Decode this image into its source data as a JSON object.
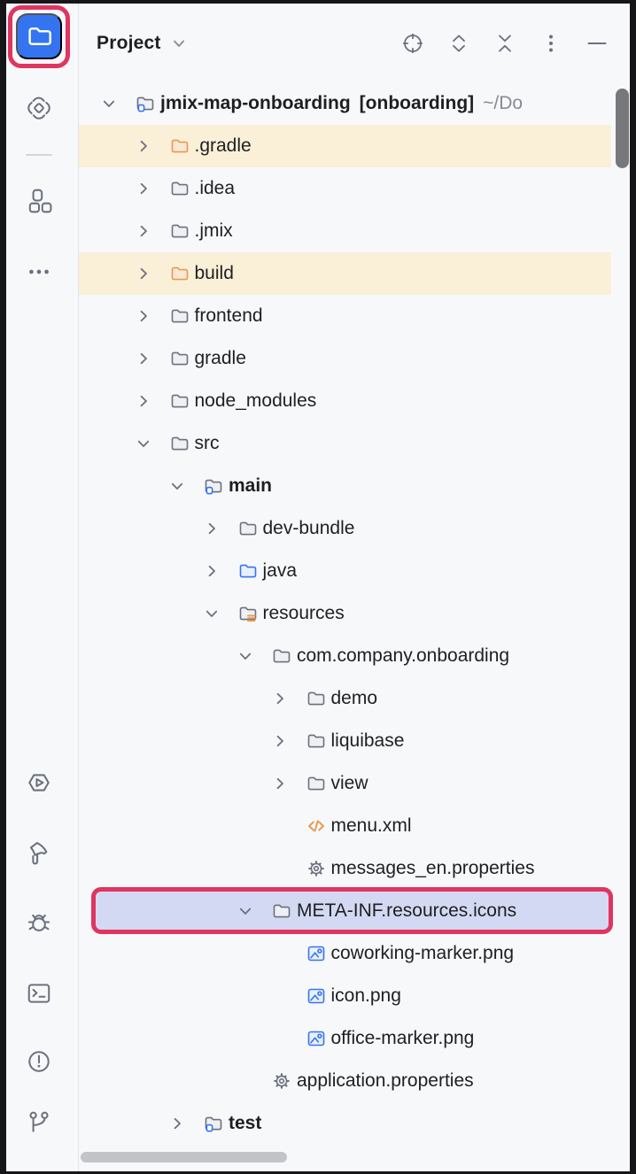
{
  "colors": {
    "accent_blue": "#3574F0",
    "annotation_red": "#E0355F",
    "selection_bg": "#D3D9F2",
    "excluded_row_bg": "#FAF0D7",
    "panel_bg": "#F7F8FA",
    "icon_gray": "#6C707E",
    "text": "#1E1F22",
    "muted_text": "#878B94",
    "folder_orange": "#E79950"
  },
  "stripe": {
    "top_items": [
      {
        "id": "project",
        "icon": "folder-icon",
        "active": true,
        "annotated": true
      },
      {
        "id": "jmix",
        "icon": "jmix-diamond-icon"
      },
      {
        "id": "structure",
        "icon": "modules-icon"
      },
      {
        "id": "more-tool-windows",
        "icon": "ellipsis-icon"
      }
    ],
    "bottom_items": [
      {
        "id": "services",
        "icon": "services-hexagon-play-icon"
      },
      {
        "id": "build",
        "icon": "hammer-icon"
      },
      {
        "id": "debug",
        "icon": "bug-icon"
      },
      {
        "id": "terminal",
        "icon": "terminal-icon"
      },
      {
        "id": "problems",
        "icon": "exclamation-circle-icon"
      },
      {
        "id": "version-control",
        "icon": "git-branch-icon"
      }
    ]
  },
  "header": {
    "title": "Project",
    "actions": [
      "select-opened-file",
      "expand-all",
      "collapse-all",
      "more-options",
      "hide-tool-window"
    ]
  },
  "tree": {
    "rows": [
      {
        "label": "jmix-map-onboarding",
        "tag": "[onboarding]",
        "suffix": "~/Do",
        "level": 0,
        "chevron": "down",
        "icon": "module-folder",
        "bold": true
      },
      {
        "label": ".gradle",
        "level": 1,
        "chevron": "right",
        "icon": "excluded-folder",
        "row_bg": "excluded"
      },
      {
        "label": ".idea",
        "level": 1,
        "chevron": "right",
        "icon": "folder"
      },
      {
        "label": ".jmix",
        "level": 1,
        "chevron": "right",
        "icon": "folder"
      },
      {
        "label": "build",
        "level": 1,
        "chevron": "right",
        "icon": "excluded-folder",
        "row_bg": "excluded"
      },
      {
        "label": "frontend",
        "level": 1,
        "chevron": "right",
        "icon": "folder"
      },
      {
        "label": "gradle",
        "level": 1,
        "chevron": "right",
        "icon": "folder"
      },
      {
        "label": "node_modules",
        "level": 1,
        "chevron": "right",
        "icon": "folder"
      },
      {
        "label": "src",
        "level": 1,
        "chevron": "down",
        "icon": "folder"
      },
      {
        "label": "main",
        "level": 2,
        "chevron": "down",
        "icon": "module-folder",
        "bold": true
      },
      {
        "label": "dev-bundle",
        "level": 3,
        "chevron": "right",
        "icon": "folder"
      },
      {
        "label": "java",
        "level": 3,
        "chevron": "right",
        "icon": "sources-folder"
      },
      {
        "label": "resources",
        "level": 3,
        "chevron": "down",
        "icon": "resources-folder"
      },
      {
        "label": "com.company.onboarding",
        "level": 4,
        "chevron": "down",
        "icon": "folder"
      },
      {
        "label": "demo",
        "level": 5,
        "chevron": "right",
        "icon": "folder"
      },
      {
        "label": "liquibase",
        "level": 5,
        "chevron": "right",
        "icon": "folder"
      },
      {
        "label": "view",
        "level": 5,
        "chevron": "right",
        "icon": "folder"
      },
      {
        "label": "menu.xml",
        "level": 5,
        "chevron": null,
        "icon": "xml-file"
      },
      {
        "label": "messages_en.properties",
        "level": 5,
        "chevron": null,
        "icon": "properties-file"
      },
      {
        "label": "META-INF.resources.icons",
        "level": 4,
        "chevron": "down",
        "icon": "folder",
        "selected": true,
        "annotated": true
      },
      {
        "label": "coworking-marker.png",
        "level": 5,
        "chevron": null,
        "icon": "image-file"
      },
      {
        "label": "icon.png",
        "level": 5,
        "chevron": null,
        "icon": "image-file"
      },
      {
        "label": "office-marker.png",
        "level": 5,
        "chevron": null,
        "icon": "image-file"
      },
      {
        "label": "application.properties",
        "level": 4,
        "chevron": null,
        "icon": "properties-file"
      },
      {
        "label": "test",
        "level": 2,
        "chevron": "right",
        "icon": "module-folder",
        "bold": true
      }
    ]
  }
}
